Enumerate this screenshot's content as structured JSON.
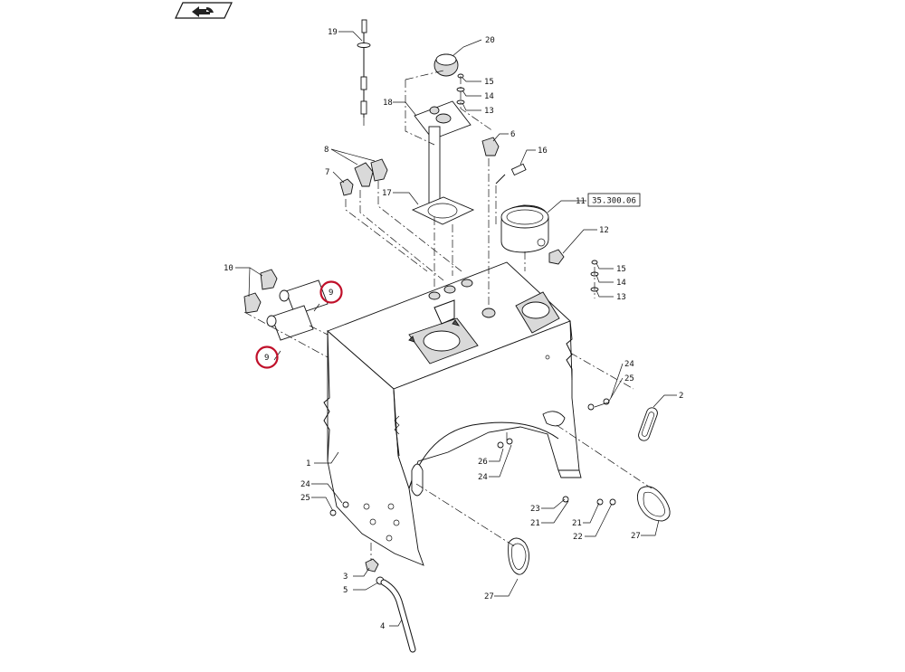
{
  "nav_badge": {
    "icon": "previous-page-icon"
  },
  "reference_box": "35.300.06",
  "highlight_color": "#c0102a",
  "callouts": [
    {
      "id": "c19",
      "label": "19"
    },
    {
      "id": "c20",
      "label": "20"
    },
    {
      "id": "c15a",
      "label": "15"
    },
    {
      "id": "c14a",
      "label": "14"
    },
    {
      "id": "c13a",
      "label": "13"
    },
    {
      "id": "c18",
      "label": "18"
    },
    {
      "id": "c6",
      "label": "6"
    },
    {
      "id": "c16",
      "label": "16"
    },
    {
      "id": "c8",
      "label": "8"
    },
    {
      "id": "c7",
      "label": "7"
    },
    {
      "id": "c17",
      "label": "17"
    },
    {
      "id": "c11",
      "label": "11"
    },
    {
      "id": "c12",
      "label": "12"
    },
    {
      "id": "c15b",
      "label": "15"
    },
    {
      "id": "c14b",
      "label": "14"
    },
    {
      "id": "c13b",
      "label": "13"
    },
    {
      "id": "c10",
      "label": "10"
    },
    {
      "id": "c9a",
      "label": "9"
    },
    {
      "id": "c9b",
      "label": "9"
    },
    {
      "id": "c24a",
      "label": "24"
    },
    {
      "id": "c25a",
      "label": "25"
    },
    {
      "id": "c2",
      "label": "2"
    },
    {
      "id": "c1",
      "label": "1"
    },
    {
      "id": "c26",
      "label": "26"
    },
    {
      "id": "c24b",
      "label": "24"
    },
    {
      "id": "c24c",
      "label": "24"
    },
    {
      "id": "c25b",
      "label": "25"
    },
    {
      "id": "c23",
      "label": "23"
    },
    {
      "id": "c21a",
      "label": "21"
    },
    {
      "id": "c21b",
      "label": "21"
    },
    {
      "id": "c22",
      "label": "22"
    },
    {
      "id": "c27a",
      "label": "27"
    },
    {
      "id": "c27b",
      "label": "27"
    },
    {
      "id": "c3",
      "label": "3"
    },
    {
      "id": "c5",
      "label": "5"
    },
    {
      "id": "c4",
      "label": "4"
    }
  ]
}
